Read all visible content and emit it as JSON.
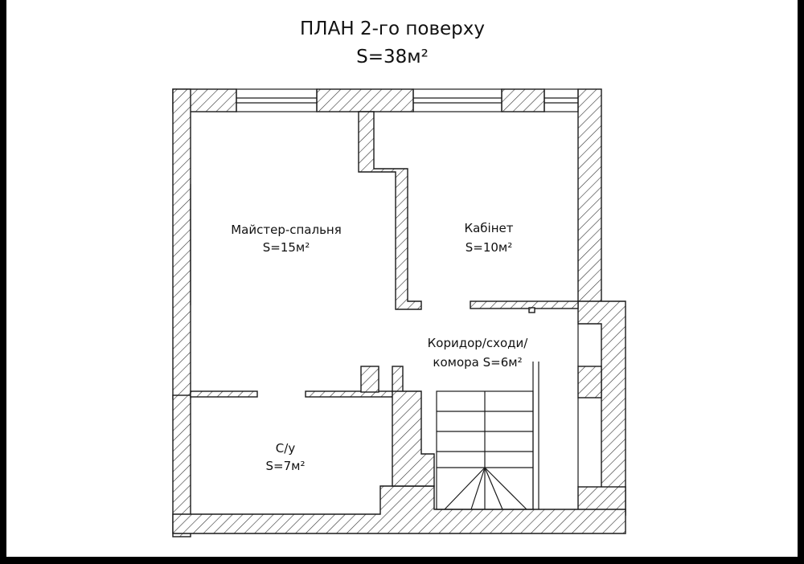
{
  "plan": {
    "title": "ПЛАН 2-го поверху",
    "area": "S=38м²"
  },
  "rooms": [
    {
      "id": "master-bedroom",
      "name": "Майстер-спальня",
      "area": "S=15м²"
    },
    {
      "id": "study",
      "name": "Кабінет",
      "area": "S=10м²"
    },
    {
      "id": "corridor",
      "name": "Коридор/сходи/",
      "area": "комора S=6м²"
    },
    {
      "id": "bathroom",
      "name": "С/у",
      "area": "S=7м²"
    }
  ],
  "colors": {
    "frame": "#000000",
    "paper": "#ffffff",
    "line": "#1a1a1a"
  }
}
